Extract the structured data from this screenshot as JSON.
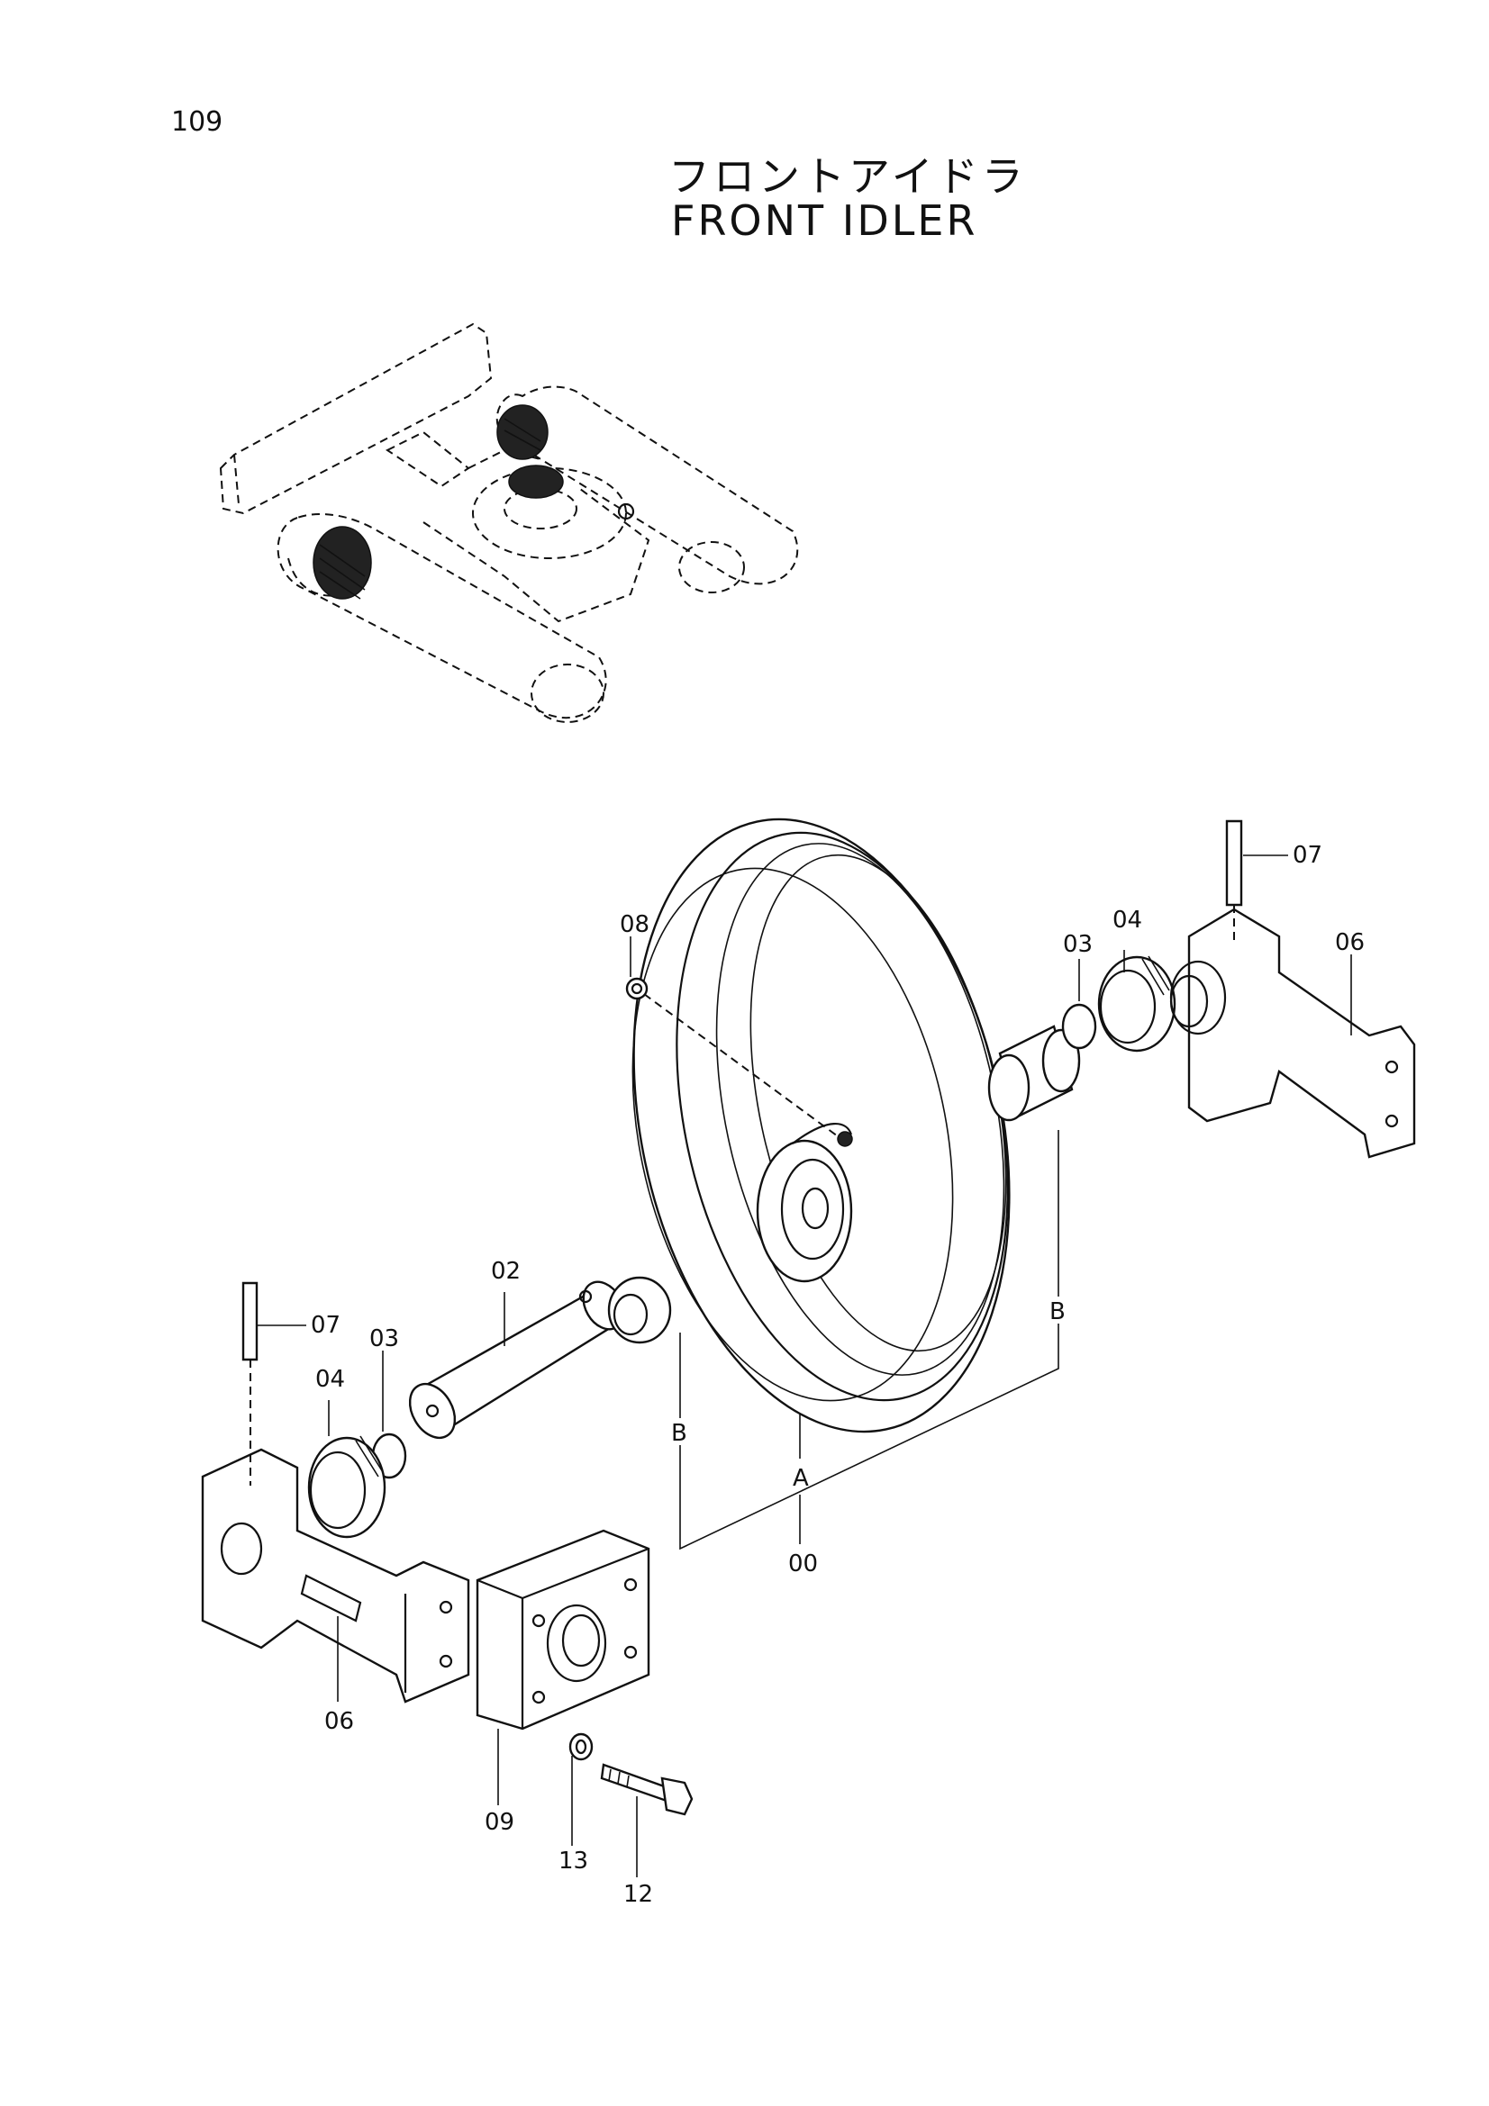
{
  "page_number": "109",
  "title_jp": "フロントアイドラ",
  "title_en": "FRONT  IDLER",
  "callouts": {
    "c00": "00",
    "c02": "02",
    "c03_left": "03",
    "c03_right": "03",
    "c04_left": "04",
    "c04_right": "04",
    "c06_left": "06",
    "c06_right": "06",
    "c07_left": "07",
    "c07_right": "07",
    "c08": "08",
    "c09": "09",
    "c12": "12",
    "c13": "13"
  },
  "group_labels": {
    "a": "A",
    "b_left": "B",
    "b_right": "B"
  }
}
